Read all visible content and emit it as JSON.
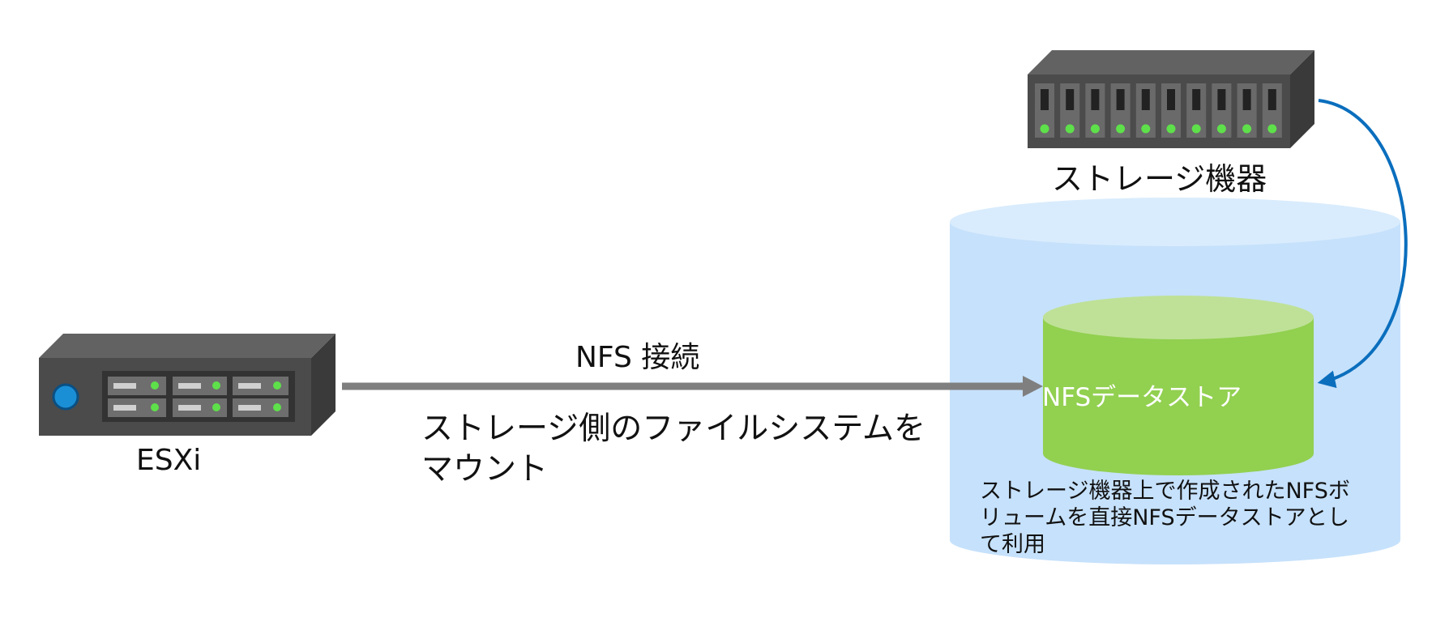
{
  "colors": {
    "server_top": "#5e5e5e",
    "server_front": "#4a4a4a",
    "server_side": "#383838",
    "led_green": "#5ee04a",
    "power_blue": "#1a8fd6",
    "arrow_gray": "#7f7f7f",
    "outer_cylinder": "#c6e1fb",
    "outer_cylinder_top": "#d9ecfd",
    "inner_cylinder": "#92d050",
    "inner_cylinder_top": "#bfe197",
    "curve_arrow": "#0a6ebd"
  },
  "esxi": {
    "label": "ESXi"
  },
  "storage": {
    "label": "ストレージ機器"
  },
  "connection": {
    "label": "NFS 接続",
    "description": "ストレージ側のファイルシステムをマウント"
  },
  "datastore": {
    "label": "NFSデータストア",
    "description": "ストレージ機器上で作成されたNFSボリュームを直接NFSデータストアとして利用"
  }
}
